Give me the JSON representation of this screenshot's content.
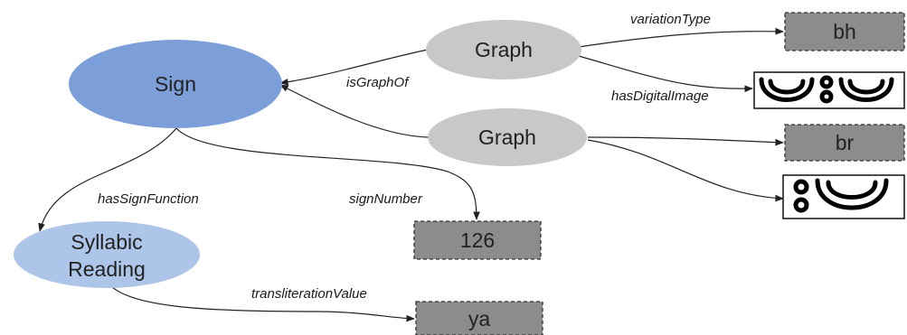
{
  "colors": {
    "sign_node": "#7d9fd9",
    "graph_node": "#c8c8c8",
    "reading_node": "#adc5e8",
    "literal_box": "#8c8c8c",
    "edge": "#222222"
  },
  "nodes": {
    "sign": "Sign",
    "graph_top": "Graph",
    "graph_bottom": "Graph",
    "syllabic_line1": "Syllabic",
    "syllabic_line2": "Reading"
  },
  "literals": {
    "bh": "bh",
    "br": "br",
    "sign_number": "126",
    "transliteration": "ya"
  },
  "images": {
    "top": "glyph-bh-image",
    "bottom": "glyph-br-image"
  },
  "edges": {
    "variation_type": "variationType",
    "is_graph_of": "isGraphOf",
    "has_digital_image": "hasDigitalImage",
    "has_sign_function": "hasSignFunction",
    "sign_number": "signNumber",
    "transliteration_value": "transliterationValue"
  }
}
